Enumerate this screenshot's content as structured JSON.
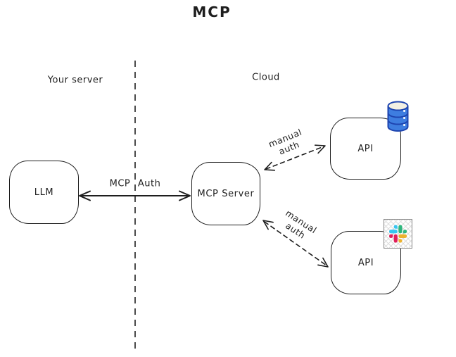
{
  "title": "MCP",
  "regions": {
    "left": "Your server",
    "right": "Cloud"
  },
  "nodes": {
    "llm": {
      "label": "LLM"
    },
    "mcp_server": {
      "label": "MCP Server"
    },
    "api_database": {
      "label": "API",
      "icon": "database-icon"
    },
    "api_slack": {
      "label": "API",
      "icon": "slack-icon"
    }
  },
  "edges": {
    "mcp_auth": {
      "label": "MCP Auth",
      "style": "solid",
      "direction": "bidirectional"
    },
    "manual_auth_top": {
      "lines": [
        "manual",
        "auth"
      ],
      "style": "dashed",
      "direction": "bidirectional"
    },
    "manual_auth_bottom": {
      "lines": [
        "manual",
        "auth"
      ],
      "style": "dashed",
      "direction": "bidirectional"
    }
  },
  "colors": {
    "ink": "#1e1e1e",
    "background": "#ffffff",
    "database_body": "#3e7de0",
    "database_stroke": "#1e44af",
    "database_top": "#f2efe3",
    "slack_blue": "#36C5F0",
    "slack_green": "#2EB67D",
    "slack_yellow": "#ECB22E",
    "slack_red": "#E01E5A"
  }
}
